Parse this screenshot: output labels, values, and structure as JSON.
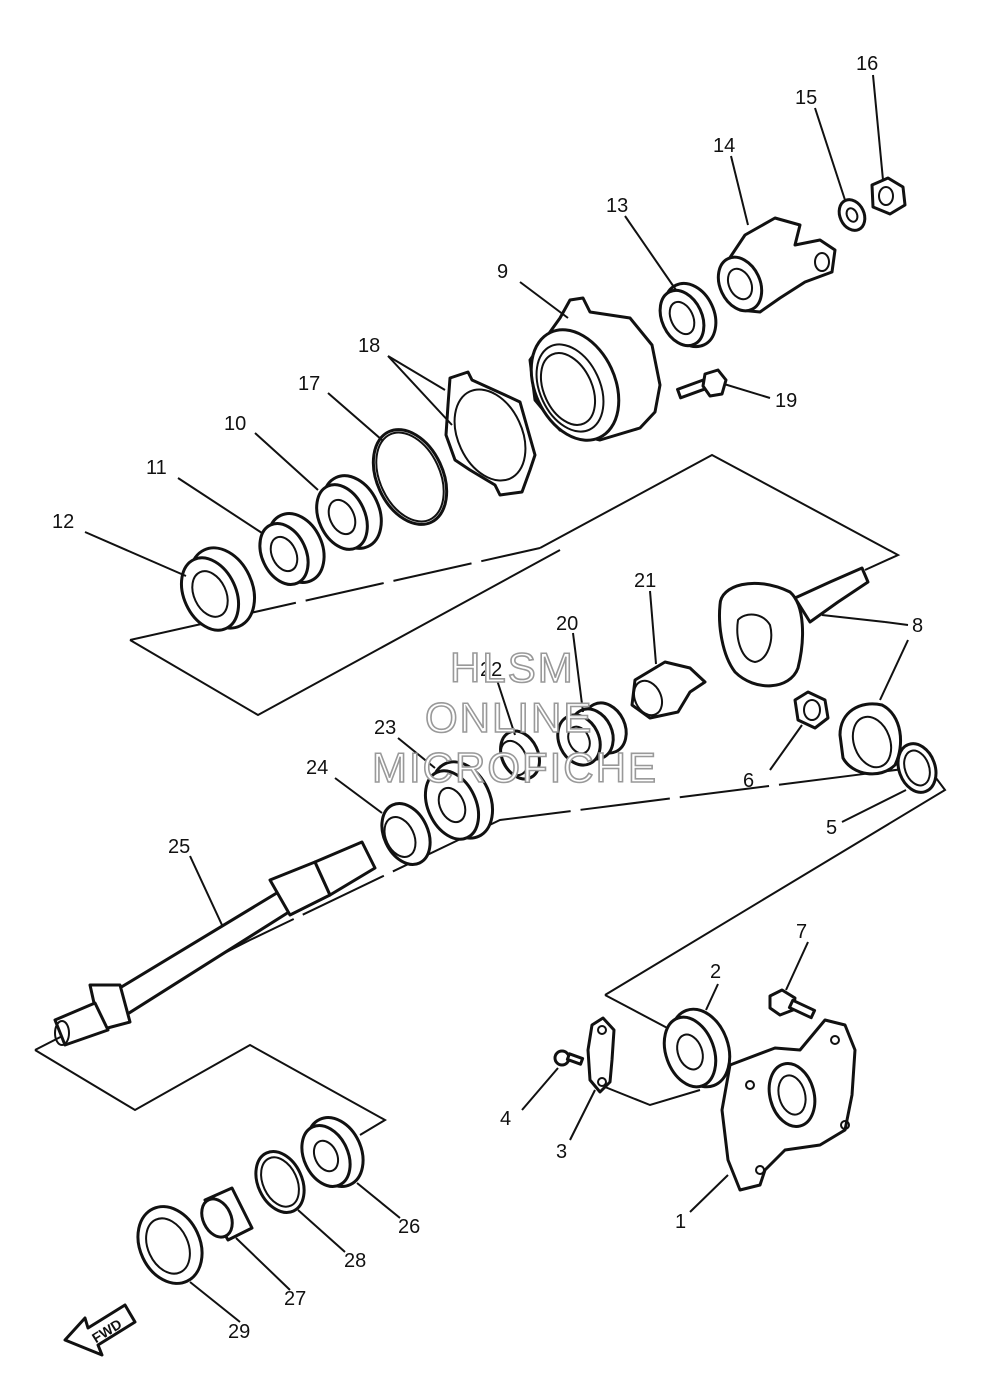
{
  "watermark": {
    "line1": "HLSM",
    "line2": "ONLINE",
    "line3": "MICROFICHE"
  },
  "direction_label": "FWD",
  "callouts": {
    "c1": "1",
    "c2": "2",
    "c3": "3",
    "c4": "4",
    "c5": "5",
    "c6": "6",
    "c7": "7",
    "c8": "8",
    "c9": "9",
    "c10": "10",
    "c11": "11",
    "c12": "12",
    "c13": "13",
    "c14": "14",
    "c15": "15",
    "c16": "16",
    "c17": "17",
    "c18": "18",
    "c19": "19",
    "c20": "20",
    "c21": "21",
    "c22": "22",
    "c23": "23",
    "c24": "24",
    "c25": "25",
    "c26": "26",
    "c27": "27",
    "c28": "28",
    "c29": "29"
  }
}
